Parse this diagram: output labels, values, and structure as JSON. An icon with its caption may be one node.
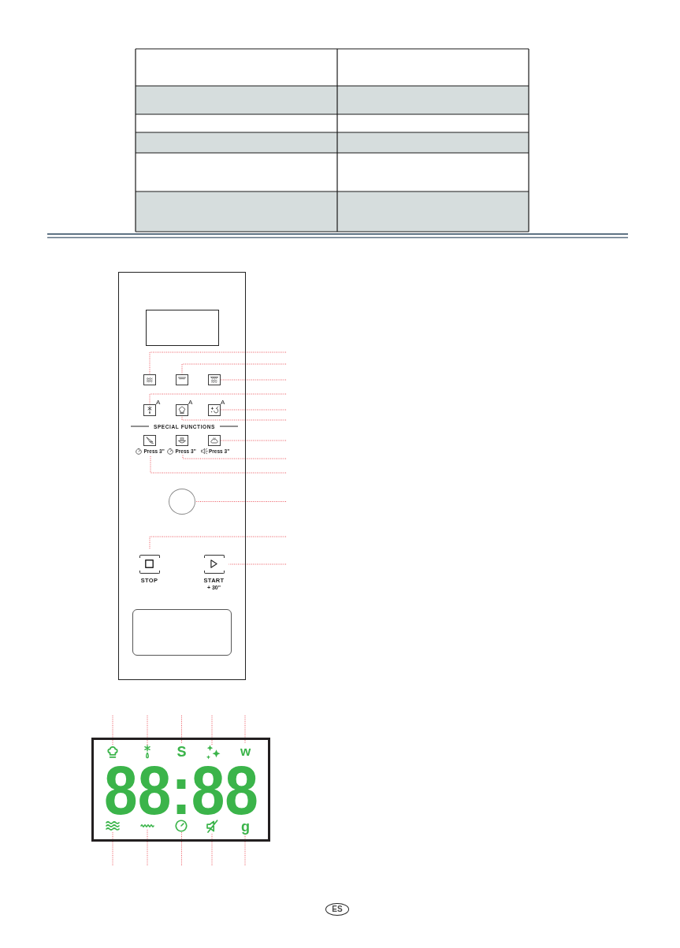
{
  "diagram": {
    "nodes": [
      {
        "text": [],
        "shape": "box"
      },
      {
        "text": [],
        "shape": "box",
        "in": 0
      },
      {
        "text": [],
        "shape": "box",
        "in": 0
      },
      {
        "text": [],
        "shape": "box",
        "in": 0
      },
      {
        "text": [],
        "shape": "box",
        "in": 0
      },
      {
        "text": [],
        "shape": "box",
        "in": 0,
        "beside": [
          "A"
        ]
      },
      {
        "text": [],
        "shape": "box",
        "in": 0,
        "beside": [
          "A"
        ]
      },
      {
        "text": [],
        "shape": "box",
        "in": 0,
        "beside": [
          "A"
        ]
      },
      {
        "text": [],
        "shape": "box",
        "in": 0
      },
      {
        "text": [],
        "shape": "box",
        "in": 0
      },
      {
        "text": [],
        "shape": "box",
        "in": 0
      },
      {
        "text": [
          "Press 3\""
        ],
        "in": 0
      },
      {
        "text": [
          "Press 3\""
        ],
        "in": 0
      },
      {
        "text": [],
        "shape": "circle",
        "in": 0
      },
      {
        "text": [
          "STOP"
        ],
        "in": 0
      },
      {
        "text": [
          "START",
          "+ 30\""
        ],
        "in": 0
      },
      {
        "text": [],
        "shape": "box",
        "in": 0
      },
      {
        "text": [
          "88:88"
        ]
      },
      {
        "text": [],
        "shape": "picture",
        "in": 17
      },
      {
        "text": [],
        "shape": "picture",
        "in": 17
      },
      {
        "text": [
          "S"
        ],
        "in": 17
      },
      {
        "text": [],
        "shape": "picture",
        "in": 17
      },
      {
        "text": [
          "w"
        ],
        "in": 17
      },
      {
        "text": [],
        "shape": "picture",
        "in": 17
      },
      {
        "text": [],
        "shape": "picture",
        "in": 17
      },
      {
        "text": [],
        "shape": "picture",
        "in": 17
      },
      {
        "text": [],
        "shape": "picture",
        "in": 17
      },
      {
        "text": [
          "g"
        ],
        "in": 17
      },
      {
        "text": [
          "ES"
        ]
      }
    ],
    "edges": [
      {
        "from": null,
        "to": 2,
        "arrow": "none"
      },
      {
        "from": null,
        "to": 3,
        "arrow": "none"
      },
      {
        "from": null,
        "to": 4,
        "arrow": "none"
      },
      {
        "from": null,
        "to": 5,
        "arrow": "none"
      },
      {
        "from": null,
        "to": 7,
        "arrow": "none"
      },
      {
        "from": null,
        "to": 6,
        "arrow": "none"
      },
      {
        "from": null,
        "to": 10,
        "arrow": "none"
      },
      {
        "from": null,
        "to": 12,
        "arrow": "none"
      },
      {
        "from": null,
        "to": 11,
        "arrow": "none"
      },
      {
        "from": null,
        "to": 13,
        "arrow": "none"
      },
      {
        "from": null,
        "to": 14,
        "arrow": "none"
      },
      {
        "from": null,
        "to": 15,
        "arrow": "none"
      },
      {
        "from": null,
        "to": 18,
        "arrow": "none"
      },
      {
        "from": null,
        "to": 19,
        "arrow": "none"
      },
      {
        "from": null,
        "to": 20,
        "arrow": "none"
      },
      {
        "from": null,
        "to": 21,
        "arrow": "none"
      },
      {
        "from": null,
        "to": 22,
        "arrow": "none"
      },
      {
        "from": null,
        "to": 23,
        "arrow": "none"
      },
      {
        "from": null,
        "to": 24,
        "arrow": "none"
      },
      {
        "from": null,
        "to": 25,
        "arrow": "none"
      },
      {
        "from": null,
        "to": 26,
        "arrow": "none"
      },
      {
        "from": null,
        "to": 27,
        "arrow": "none"
      }
    ],
    "labels": [
      "SPECIAL FUNCTIONS",
      "Press 3\""
    ]
  }
}
